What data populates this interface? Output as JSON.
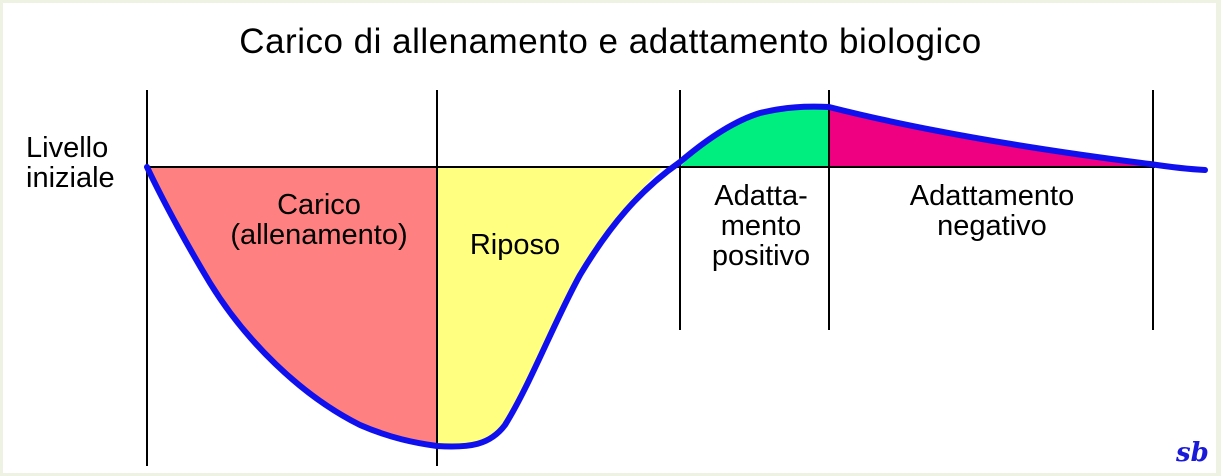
{
  "title": "Carico di allenamento e adattamento biologico",
  "y_axis_label": [
    "Livello",
    "iniziale"
  ],
  "phases": [
    {
      "name": "load",
      "lines": [
        "Carico",
        "(allenamento)"
      ],
      "fill": "#ff8080"
    },
    {
      "name": "rest",
      "lines": [
        "Riposo"
      ],
      "fill": "#ffff80"
    },
    {
      "name": "positive-adaptation",
      "lines": [
        "Adatta-",
        "mento",
        "positivo"
      ],
      "fill": "#00ee80"
    },
    {
      "name": "negative-adaptation",
      "lines": [
        "Adattamento",
        "negativo"
      ],
      "fill": "#ee0080"
    }
  ],
  "curve_color": "#1010ee",
  "signature": "sb"
}
